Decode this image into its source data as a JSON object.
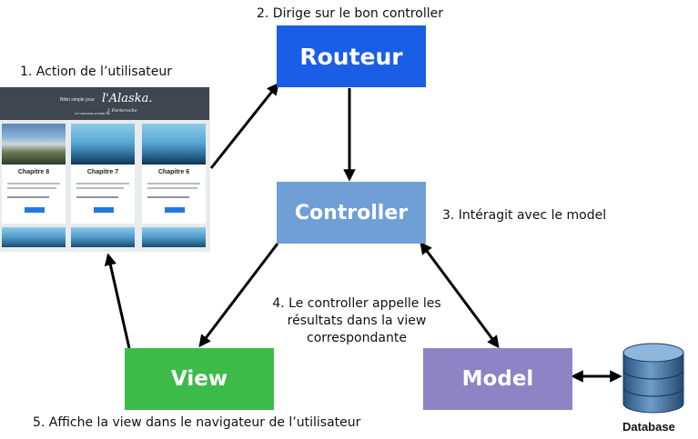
{
  "nodes": {
    "routeur": {
      "label": "Routeur",
      "color": "#1a5ee8"
    },
    "controller": {
      "label": "Controller",
      "color": "#6f9fd6"
    },
    "view": {
      "label": "View",
      "color": "#3dbb49"
    },
    "model": {
      "label": "Model",
      "color": "#8e83c4"
    },
    "database": {
      "label": "Database"
    }
  },
  "steps": {
    "step1": "1. Action de l’utilisateur",
    "step2": "2. Dirige sur le bon controller",
    "step3": "3. Intéragit avec le model",
    "step4_line1": "4. Le controller appelle les",
    "step4_line2": "résultats  dans la view",
    "step4_line3": "correspondante",
    "step5": "5. Affiche la view dans le navigateur de l’utilisateur"
  },
  "browser_screenshot": {
    "header_small": "Billet simple pour",
    "header_script": "l'Alaska.",
    "header_subtitle": "Le nouveau roman de",
    "header_author": "J. Forteroche",
    "cards": [
      {
        "title": "Chapitre 8",
        "image": "landscape-image"
      },
      {
        "title": "Chapitre 7",
        "image": "iceberg-image"
      },
      {
        "title": "Chapitre 6",
        "image": "iceberg-image"
      }
    ]
  }
}
